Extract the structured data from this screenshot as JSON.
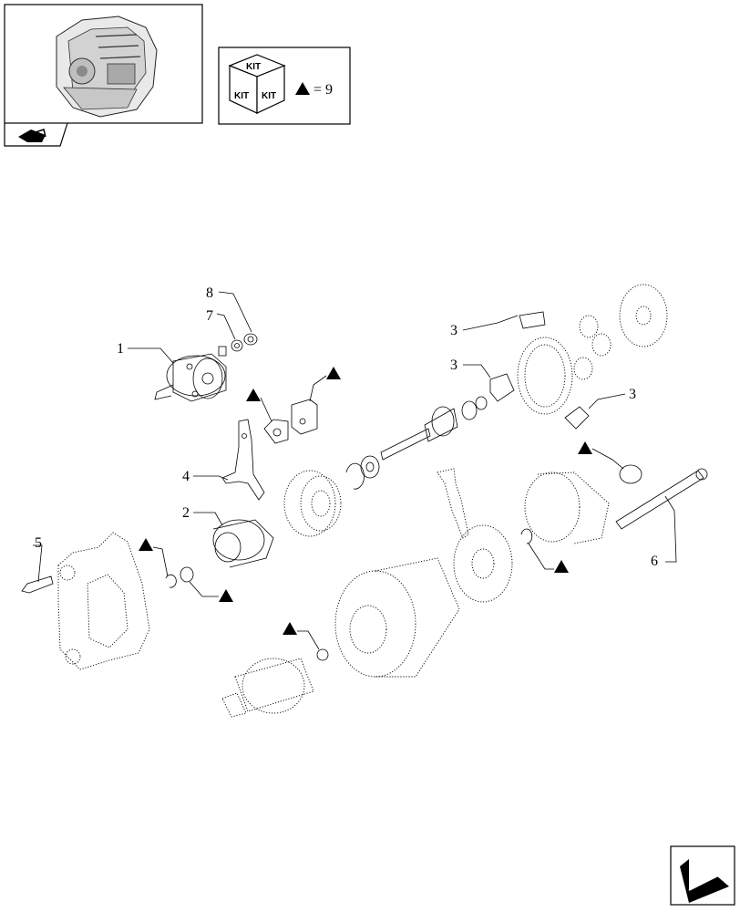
{
  "kit": {
    "face_top": "KIT",
    "face_left": "KIT",
    "face_right": "KIT",
    "equation": "= 9"
  },
  "callouts": [
    {
      "id": "8",
      "label": "8"
    },
    {
      "id": "7",
      "label": "7"
    },
    {
      "id": "1",
      "label": "1"
    },
    {
      "id": "3a",
      "label": "3"
    },
    {
      "id": "3b",
      "label": "3"
    },
    {
      "id": "3c",
      "label": "3"
    },
    {
      "id": "4",
      "label": "4"
    },
    {
      "id": "2",
      "label": "2"
    },
    {
      "id": "5",
      "label": "5"
    },
    {
      "id": "6",
      "label": "6"
    }
  ],
  "icons": {
    "engine_thumbnail": "engine-thumbnail",
    "section_tab": "section-tab-icon",
    "kit_cube": "kit-cube-icon",
    "kit_marker": "kit-triangle-icon",
    "nav_arrow": "navigation-arrow-icon"
  }
}
